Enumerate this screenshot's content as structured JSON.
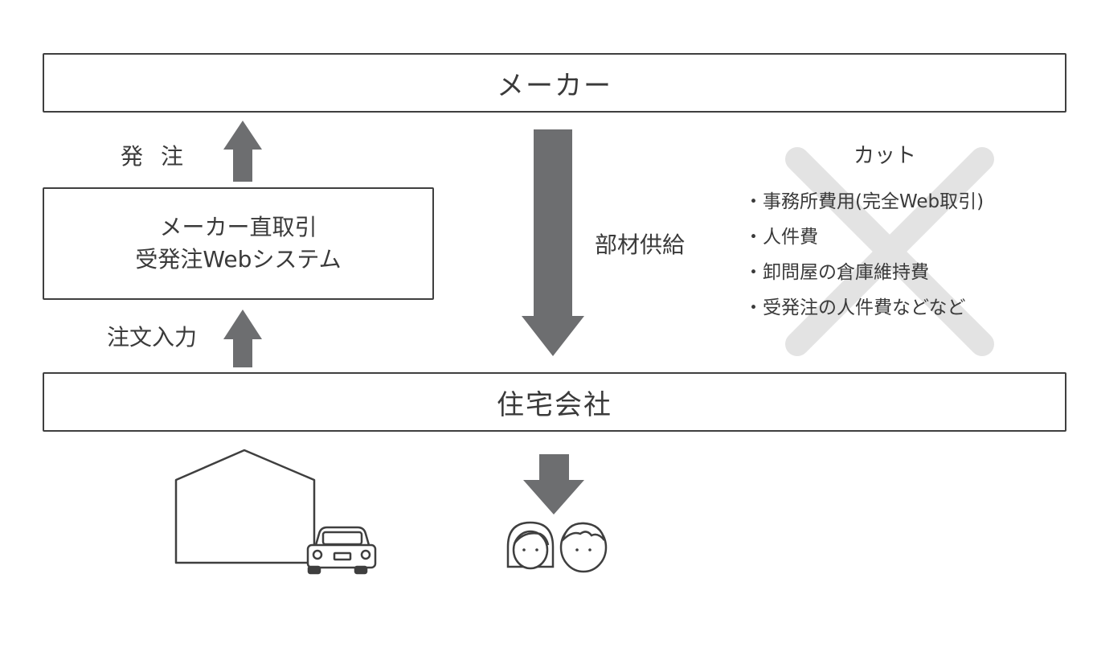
{
  "maker": {
    "label": "メーカー"
  },
  "system": {
    "line1": "メーカー直取引",
    "line2": "受発注Webシステム"
  },
  "house_company": {
    "label": "住宅会社"
  },
  "arrows": {
    "order_label": "発注",
    "order_input_label": "注文入力",
    "supply_label": "部材供給"
  },
  "cut": {
    "title": "カット",
    "items": [
      "事務所費用(完全Web取引)",
      "人件費",
      "卸問屋の倉庫維持費",
      "受発注の人件費などなど"
    ]
  },
  "colors": {
    "arrow": "#6d6e70",
    "outline": "#3f3f3f",
    "cross": "#e3e3e3"
  }
}
